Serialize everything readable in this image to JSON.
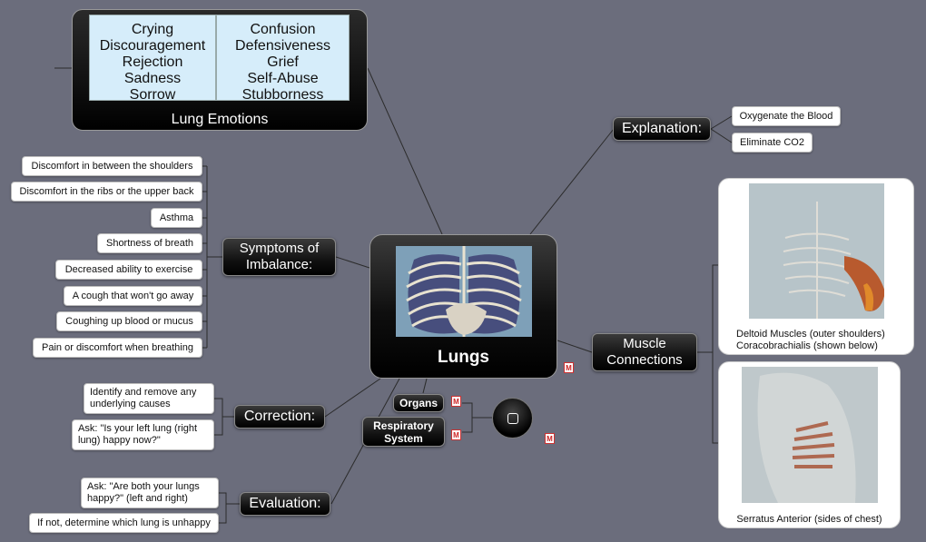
{
  "central": {
    "label": "Lungs",
    "image": "lungs-anatomy-image"
  },
  "emotions": {
    "title": "Lung Emotions",
    "left_column": [
      "Crying",
      "Discouragement",
      "Rejection",
      "Sadness",
      "Sorrow"
    ],
    "right_column": [
      "Confusion",
      "Defensiveness",
      "Grief",
      "Self-Abuse",
      "Stubborness"
    ]
  },
  "explanation": {
    "label": "Explanation:",
    "items": [
      "Oxygenate the Blood",
      "Eliminate CO2"
    ]
  },
  "symptoms": {
    "label": "Symptoms of Imbalance:",
    "items": [
      "Discomfort in between the shoulders",
      "Discomfort in the ribs or the upper back",
      "Asthma",
      "Shortness of breath",
      "Decreased ability to exercise",
      "A cough that won't go away",
      "Coughing up blood or mucus",
      "Pain or discomfort when breathing"
    ]
  },
  "muscles": {
    "label": "Muscle Connections",
    "cards": [
      {
        "caption": "Deltoid Muscles (outer shoulders) Coracobrachialis  (shown below)",
        "image": "deltoid-image"
      },
      {
        "caption": "Serratus Anterior (sides of chest)",
        "image": "serratus-image"
      }
    ]
  },
  "correction": {
    "label": "Correction:",
    "items": [
      "Identify and remove any underlying causes",
      "Ask: \"Is your left lung (right lung) happy now?\""
    ]
  },
  "evaluation": {
    "label": "Evaluation:",
    "items": [
      "Ask: \"Are both your lungs happy?\" (left and right)",
      "If not, determine which lung is unhappy"
    ]
  },
  "organs": {
    "label": "Organs"
  },
  "respiratory": {
    "label": "Respiratory System"
  },
  "icons": {
    "attachment": "map-attachment-icon",
    "button": "square-button-icon"
  },
  "colors": {
    "background": "#6b6d7c",
    "node": "#111111",
    "emotion_fill": "#d6edfa"
  }
}
